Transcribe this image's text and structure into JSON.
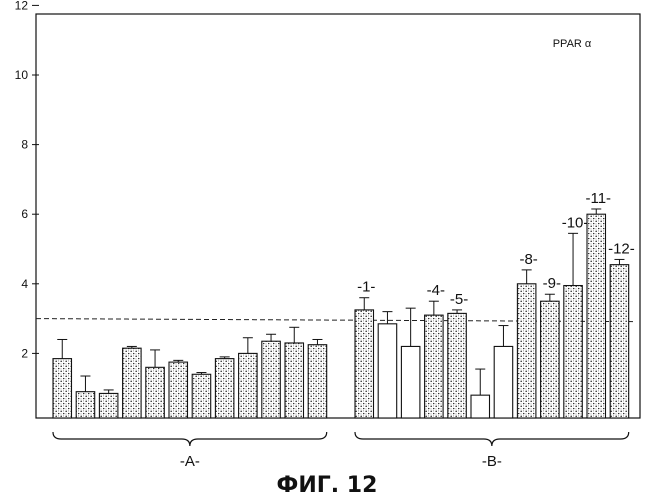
{
  "chart_data": {
    "type": "bar",
    "title": "ФИГ. 12",
    "annotation": "PPAR α",
    "ylim": [
      0,
      12
    ],
    "yticks": [
      "2",
      "4",
      "6",
      "8",
      "10",
      "12"
    ],
    "threshold": 3.0,
    "threshold_style": "dashed",
    "grid": false,
    "groups": [
      {
        "label": "-A-",
        "bars": [
          {
            "value": 1.85,
            "err": 0.55,
            "fill": "dotted"
          },
          {
            "value": 0.9,
            "err": 0.45,
            "fill": "dotted"
          },
          {
            "value": 0.85,
            "err": 0.1,
            "fill": "dotted"
          },
          {
            "value": 2.15,
            "err": 0.05,
            "fill": "dotted"
          },
          {
            "value": 1.6,
            "err": 0.5,
            "fill": "dotted"
          },
          {
            "value": 1.75,
            "err": 0.05,
            "fill": "dotted"
          },
          {
            "value": 1.4,
            "err": 0.05,
            "fill": "dotted"
          },
          {
            "value": 1.85,
            "err": 0.05,
            "fill": "dotted"
          },
          {
            "value": 2.0,
            "err": 0.45,
            "fill": "dotted"
          },
          {
            "value": 2.35,
            "err": 0.2,
            "fill": "dotted"
          },
          {
            "value": 2.3,
            "err": 0.45,
            "fill": "dotted"
          },
          {
            "value": 2.25,
            "err": 0.15,
            "fill": "dotted"
          }
        ]
      },
      {
        "label": "-B-",
        "bars": [
          {
            "label": "-1-",
            "value": 3.25,
            "err": 0.35,
            "fill": "dotted"
          },
          {
            "label": "",
            "value": 2.85,
            "err": 0.35,
            "fill": "white"
          },
          {
            "label": "",
            "value": 2.2,
            "err": 1.1,
            "fill": "white"
          },
          {
            "label": "-4-",
            "value": 3.1,
            "err": 0.4,
            "fill": "dotted"
          },
          {
            "label": "-5-",
            "value": 3.15,
            "err": 0.1,
            "fill": "dotted"
          },
          {
            "label": "",
            "value": 0.8,
            "err": 0.75,
            "fill": "white"
          },
          {
            "label": "",
            "value": 2.2,
            "err": 0.6,
            "fill": "white"
          },
          {
            "label": "-8-",
            "value": 4.0,
            "err": 0.4,
            "fill": "dotted"
          },
          {
            "label": "-9-",
            "value": 3.5,
            "err": 0.2,
            "fill": "dotted"
          },
          {
            "label": "-10-",
            "value": 3.95,
            "err": 1.5,
            "fill": "dotted"
          },
          {
            "label": "-11-",
            "value": 6.0,
            "err": 0.15,
            "fill": "dotted"
          },
          {
            "label": "-12-",
            "value": 4.55,
            "err": 0.15,
            "fill": "dotted"
          }
        ]
      }
    ]
  }
}
